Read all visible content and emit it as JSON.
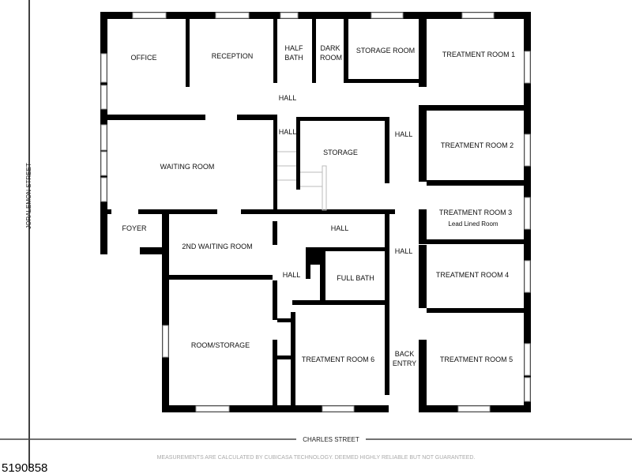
{
  "rooms": {
    "office": "OFFICE",
    "reception": "RECEPTION",
    "half_bath_1": "HALF",
    "half_bath_2": "BATH",
    "dark_room_1": "DARK",
    "dark_room_2": "ROOM",
    "storage_room": "STORAGE ROOM",
    "treatment_1": "TREATMENT ROOM 1",
    "hall_top": "HALL",
    "hall_small": "HALL",
    "storage": "STORAGE",
    "hall_right_top": "HALL",
    "treatment_2": "TREATMENT ROOM 2",
    "waiting_room": "WAITING ROOM",
    "treatment_3": "TREATMENT ROOM 3",
    "treatment_3_note": "Lead Lined Room",
    "foyer": "FOYER",
    "hall_mid": "HALL",
    "second_waiting": "2ND WAITING ROOM",
    "hall_right_mid": "HALL",
    "hall_left_mid": "HALL",
    "full_bath": "FULL BATH",
    "treatment_4": "TREATMENT ROOM  4",
    "room_storage": "ROOM/STORAGE",
    "treatment_6": "TREATMENT ROOM 6",
    "back_entry_1": "BACK",
    "back_entry_2": "ENTRY",
    "treatment_5": "TREATMENT ROOM  5"
  },
  "streets": {
    "west": "JORALEMON STREET",
    "south": "CHARLES STREET"
  },
  "disclaimer": "MEASUREMENTS ARE CALCULATED BY CUBICASA TECHNOLOGY. DEEMED HIGHLY RELIABLE BUT NOT GUARANTEED.",
  "listing_id": "5190858"
}
